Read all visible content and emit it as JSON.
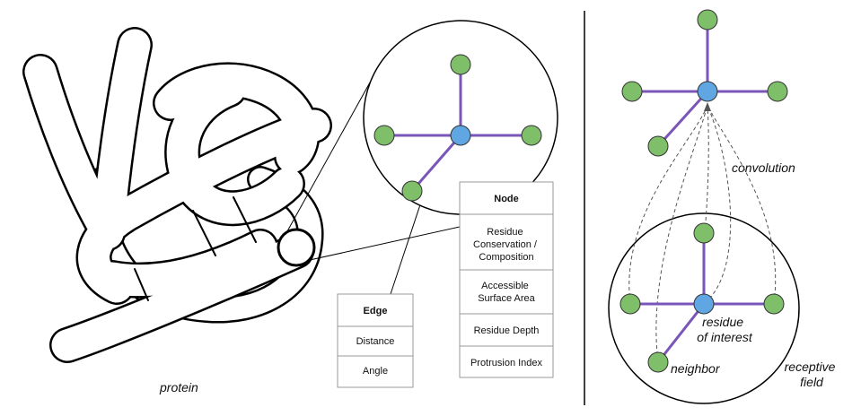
{
  "colors": {
    "edge": "#7a56b8",
    "center_node": "#5fa6e3",
    "neighbor_node": "#7fbf6a",
    "outline": "#000000",
    "dashed": "#555555",
    "table_border": "#999999"
  },
  "labels": {
    "protein": "protein",
    "convolution": "convolution",
    "residue_of_interest_1": "residue",
    "residue_of_interest_2": "of interest",
    "neighbor": "neighbor",
    "receptive_field_1": "receptive",
    "receptive_field_2": "field"
  },
  "node_table": {
    "header": "Node",
    "rows": [
      [
        "Residue",
        "Conservation /",
        "Composition"
      ],
      [
        "Accessible",
        "Surface Area"
      ],
      [
        "Residue Depth"
      ],
      [
        "Protrusion Index"
      ]
    ]
  },
  "edge_table": {
    "header": "Edge",
    "rows": [
      "Distance",
      "Angle"
    ]
  }
}
